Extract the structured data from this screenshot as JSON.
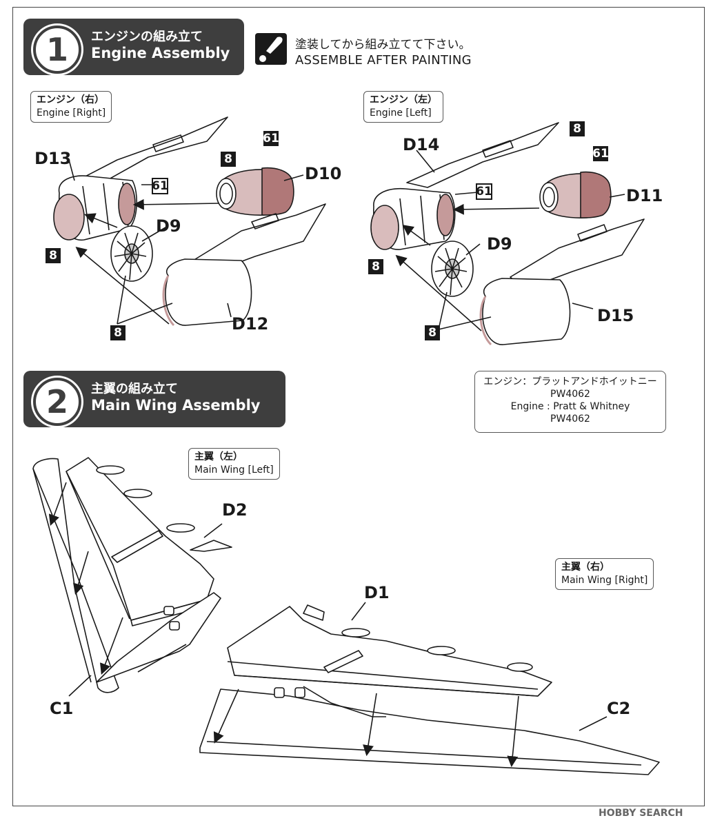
{
  "step1": {
    "number": "1",
    "title_jp": "エンジンの組み立て",
    "title_en": "Engine Assembly"
  },
  "note": {
    "text_jp": "塗装してから組み立てて下さい。",
    "text_en": "ASSEMBLE AFTER PAINTING"
  },
  "engine_right": {
    "label_jp": "エンジン（右）",
    "label_en": "Engine [Right]",
    "parts": {
      "nacelle": "D13",
      "cone": "D10",
      "fan": "D9",
      "cowl": "D12"
    },
    "paints": {
      "inner": "8",
      "cone_tip": "61",
      "cone_body": "8",
      "ring": "61",
      "fan": "8"
    }
  },
  "engine_left": {
    "label_jp": "エンジン（左）",
    "label_en": "Engine [Left]",
    "parts": {
      "nacelle": "D14",
      "cone": "D11",
      "fan": "D9",
      "cowl": "D15"
    },
    "paints": {
      "inner": "8",
      "cone_tip": "61",
      "cone_body": "8",
      "ring": "61",
      "fan": "8"
    }
  },
  "step2": {
    "number": "2",
    "title_jp": "主翼の組み立て",
    "title_en": "Main Wing Assembly"
  },
  "spec": {
    "line1": "エンジン：プラットアンドホイットニー",
    "line2": "PW4062",
    "line3": "Engine : Pratt & Whitney",
    "line4": "PW4062"
  },
  "wing_left": {
    "label_jp": "主翼（左）",
    "label_en": "Main Wing [Left]",
    "parts": {
      "flap": "D2",
      "lower": "C1"
    }
  },
  "wing_right": {
    "label_jp": "主翼（右）",
    "label_en": "Main Wing [Right]",
    "parts": {
      "flap": "D1",
      "lower": "C2"
    }
  },
  "watermark": "HOBBY SEARCH"
}
